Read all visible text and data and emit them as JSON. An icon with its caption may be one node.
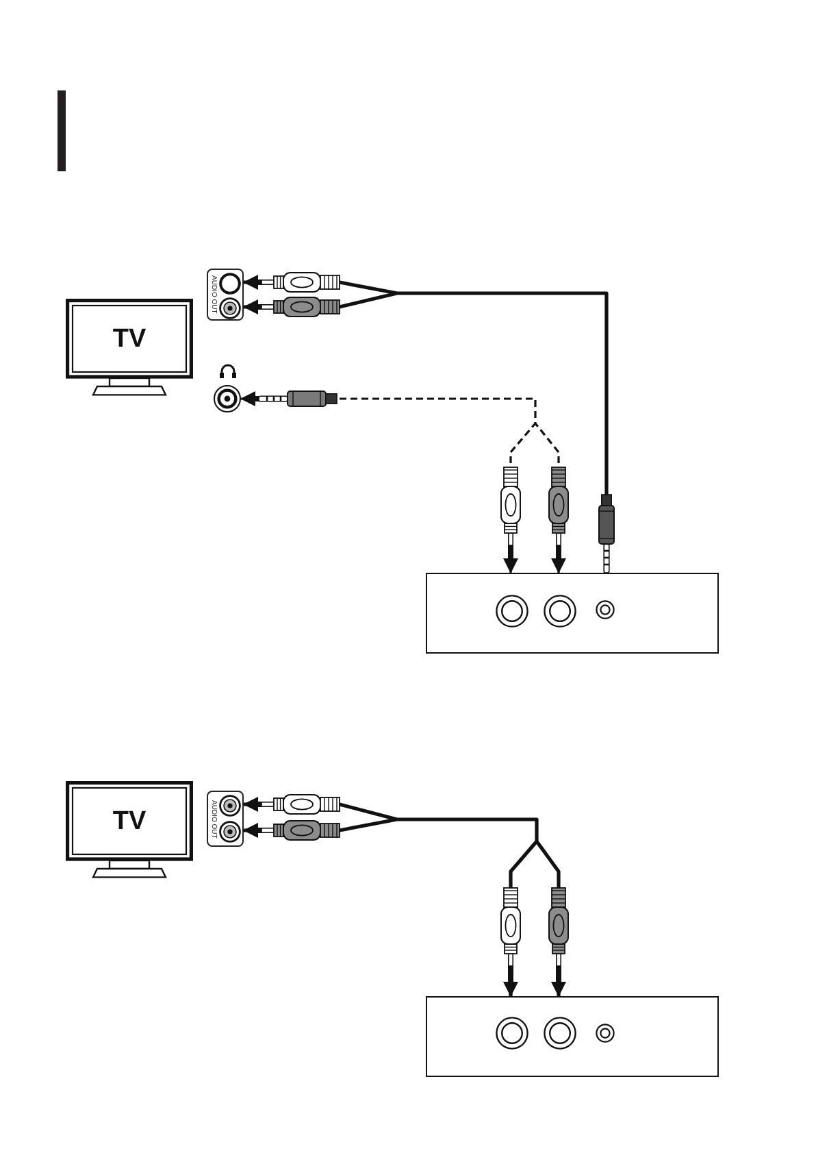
{
  "diagram": {
    "nodes": [
      {
        "text": [
          "TV"
        ]
      },
      {
        "text": [
          "AUDIO OUT"
        ]
      },
      {
        "text": [],
        "shape": "circle"
      },
      {
        "text": [],
        "shape": "box"
      },
      {
        "text": [
          "TV"
        ]
      },
      {
        "text": [
          "AUDIO OUT"
        ]
      },
      {
        "text": [],
        "shape": "box"
      }
    ],
    "edges": [
      {
        "from": 3,
        "to": 1,
        "arrow": "to"
      },
      {
        "from": 2,
        "to": 3,
        "arrow": "both",
        "style": "dashed"
      },
      {
        "from": 5,
        "to": 6,
        "arrow": "both"
      }
    ]
  }
}
